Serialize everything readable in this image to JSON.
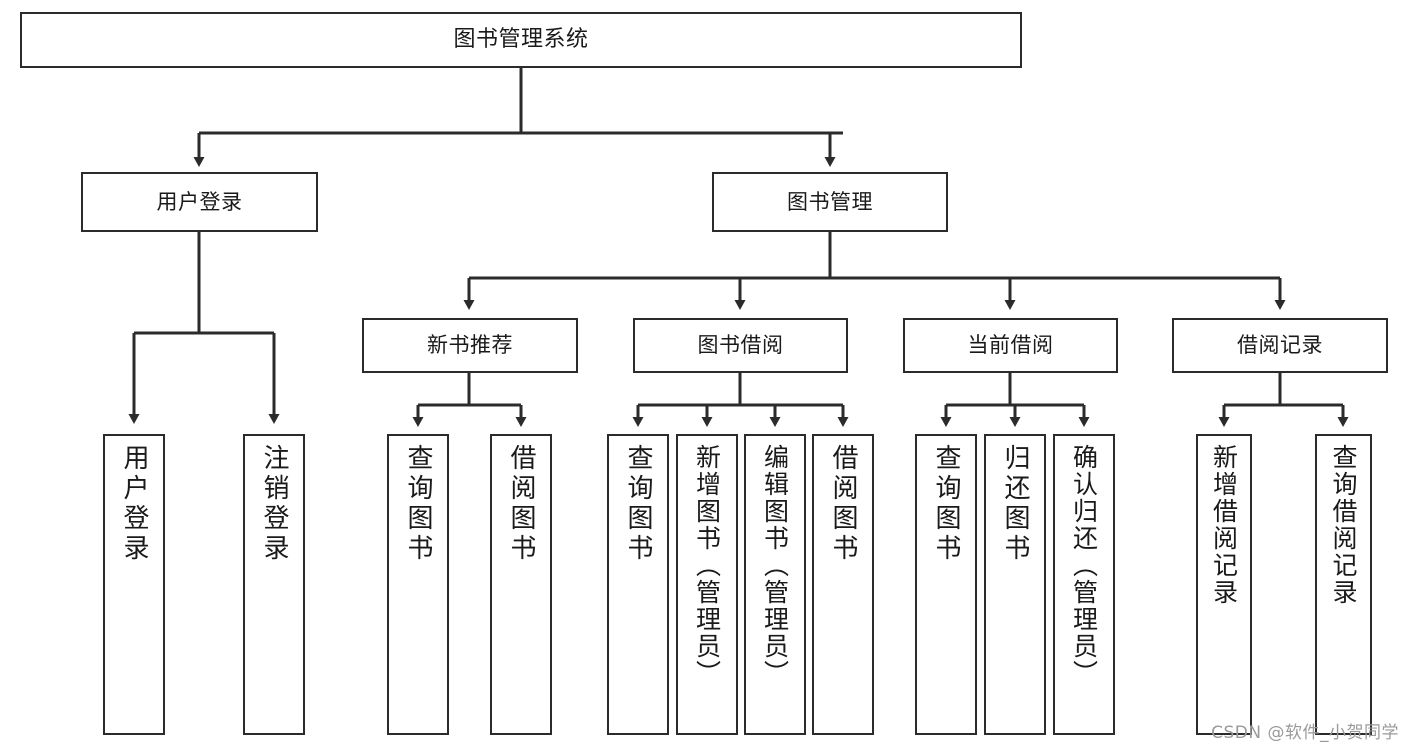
{
  "diagram": {
    "type": "tree-hierarchy",
    "title": "图书管理系统",
    "orientation": "top-down",
    "watermark": "CSDN @软件_小贺同学",
    "line_color": "#2b2b2b",
    "node_fill": "#ffffff",
    "text_color": "#1a1a1a"
  },
  "root": {
    "label": "图书管理系统"
  },
  "level2": [
    {
      "label": "用户登录"
    },
    {
      "label": "图书管理"
    }
  ],
  "level3": [
    {
      "label": "新书推荐"
    },
    {
      "label": "图书借阅"
    },
    {
      "label": "当前借阅"
    },
    {
      "label": "借阅记录"
    }
  ],
  "leaves": {
    "user_login": [
      {
        "label": "用户登录"
      },
      {
        "label": "注销登录"
      }
    ],
    "new_book_recommend": [
      {
        "label": "查询图书"
      },
      {
        "label": "借阅图书"
      }
    ],
    "book_borrow": [
      {
        "label": "查询图书"
      },
      {
        "label": "新增图书（管理员）"
      },
      {
        "label": "编辑图书（管理员）"
      },
      {
        "label": "借阅图书"
      }
    ],
    "current_borrow": [
      {
        "label": "查询图书"
      },
      {
        "label": "归还图书"
      },
      {
        "label": "确认归还（管理员）"
      }
    ],
    "borrow_record": [
      {
        "label": "新增借阅记录"
      },
      {
        "label": "查询借阅记录"
      }
    ]
  }
}
